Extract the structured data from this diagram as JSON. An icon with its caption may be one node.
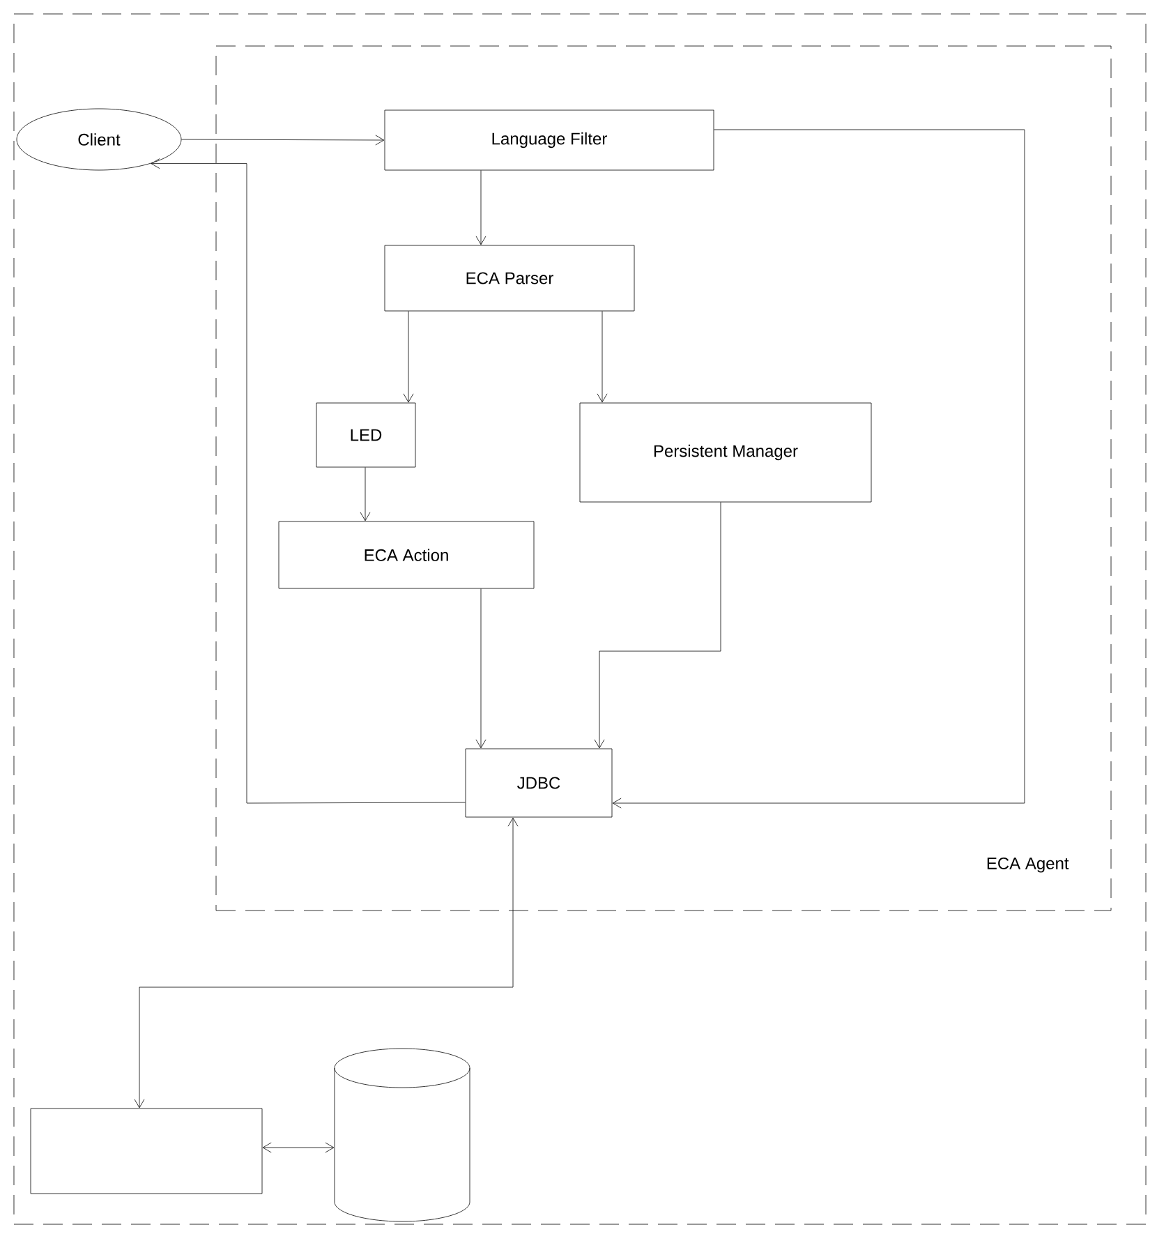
{
  "diagram": {
    "nodes": [
      {
        "text": [],
        "shape": "box"
      },
      {
        "text": [
          "Client"
        ],
        "in": 0
      },
      {
        "text": [
          "ECA Agent"
        ],
        "in": 0
      },
      {
        "text": [
          "Language Filter"
        ],
        "in": 2
      },
      {
        "text": [
          "ECA Parser"
        ],
        "in": 2
      },
      {
        "text": [
          "LED"
        ],
        "in": 2
      },
      {
        "text": [
          "Persistent Manager"
        ],
        "in": 2
      },
      {
        "text": [
          "ECA Action"
        ],
        "in": 2
      },
      {
        "text": [
          "JDBC"
        ],
        "in": 2
      },
      {
        "text": [],
        "shape": "box",
        "in": 0
      },
      {
        "text": [],
        "shape": "cylinder",
        "in": 0
      }
    ],
    "edges": [
      {
        "from": 1,
        "to": 3,
        "arrow": "to"
      },
      {
        "from": 8,
        "to": 1,
        "arrow": "to"
      },
      {
        "from": 3,
        "to": 4,
        "arrow": "to"
      },
      {
        "from": 4,
        "to": 5,
        "arrow": "to"
      },
      {
        "from": 4,
        "to": 6,
        "arrow": "to"
      },
      {
        "from": 5,
        "to": 7,
        "arrow": "to"
      },
      {
        "from": 7,
        "to": 8,
        "arrow": "to"
      },
      {
        "from": 6,
        "to": 8,
        "arrow": "to"
      },
      {
        "from": 3,
        "to": 8,
        "arrow": "to"
      },
      {
        "from": 8,
        "to": 9,
        "arrow": "both"
      },
      {
        "from": 9,
        "to": 10,
        "arrow": "both"
      }
    ]
  }
}
